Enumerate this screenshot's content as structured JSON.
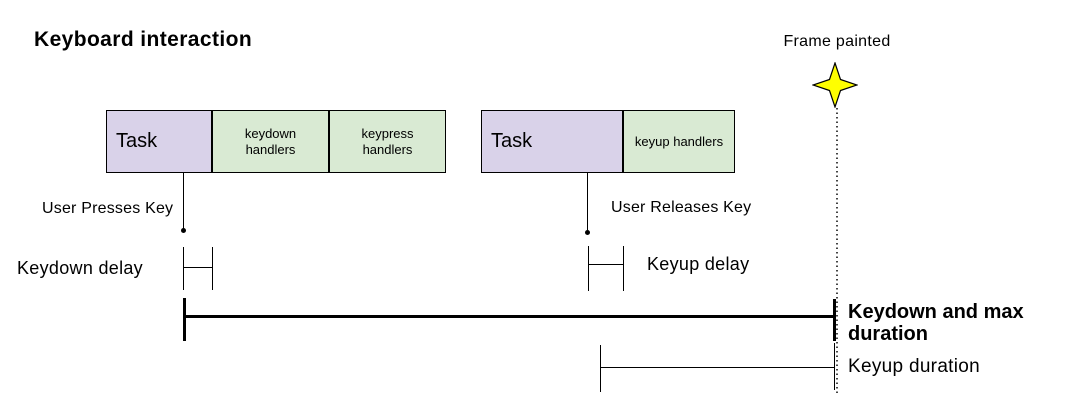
{
  "title": "Keyboard interaction",
  "frame_marker": {
    "label": "Frame painted",
    "icon": "sparkle-star"
  },
  "colors": {
    "task_fill": "#D9D2E9",
    "handlers_fill": "#D9EAD3",
    "star_fill": "#FFFF00",
    "star_stroke": "#000000",
    "line": "#000000"
  },
  "keydown_sequence": {
    "task_label": "Task",
    "keydown_handlers_label": "keydown handlers",
    "keypress_handlers_label": "keypress handlers",
    "press_event_label": "User Presses Key",
    "delay_label": "Keydown delay"
  },
  "keyup_sequence": {
    "task_label": "Task",
    "keyup_handlers_label": "keyup handlers",
    "release_event_label": "User Releases Key",
    "delay_label": "Keyup delay"
  },
  "durations": {
    "keydown_max_label": "Keydown and max duration",
    "keyup_label": "Keyup duration"
  }
}
